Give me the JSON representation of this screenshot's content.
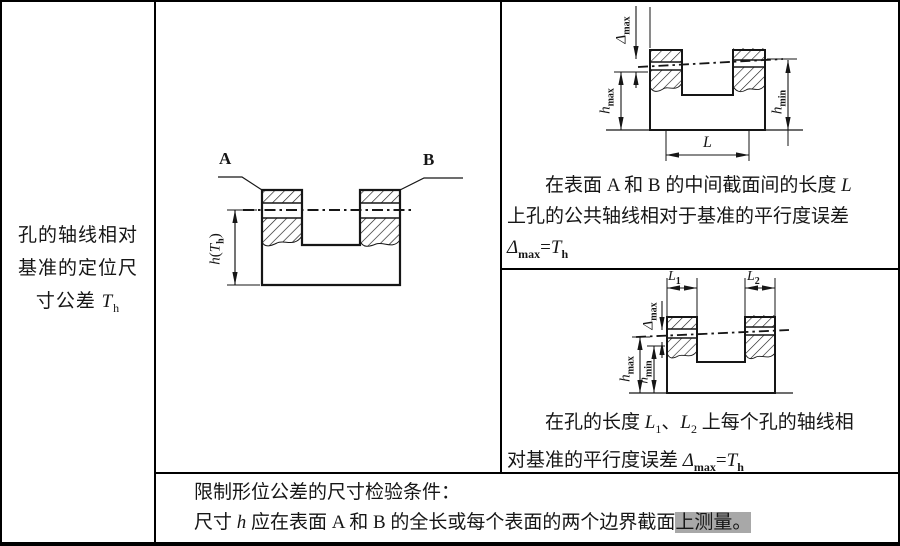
{
  "colors": {
    "ink": "#161616",
    "paper": "#ffffff",
    "scan_highlight": "#a8a8a8"
  },
  "left_panel": {
    "line1": "孔的轴线相对",
    "line2": "基准的定位尺",
    "line3_text": "寸公差 "
  },
  "sym": {
    "A": "A",
    "B": "B",
    "h": "h",
    "T": "T",
    "L": "L",
    "delta": "Δ",
    "eq": "=",
    "sub_h": "h",
    "sub_max": "max",
    "sub_min": "min",
    "sub_1": "1",
    "sub_2": "2",
    "paren_open": "(",
    "paren_close": ")",
    "comma": "、"
  },
  "caption_top": {
    "line1_text": "在表面 A 和 B 的中间截面间的长度 ",
    "line2_text": "上孔的公共轴线相对于基准的平行度误差"
  },
  "caption_bottom": {
    "line1_pre": "在孔的长度 ",
    "line1_post": " 上每个孔的轴线相",
    "line2_pre": "对基准的平行度误差 "
  },
  "footer": {
    "line1": "限制形位公差的尺寸检验条件：",
    "line2_pre": "尺寸 ",
    "line2_mid": " 应在表面 A 和 B 的全长或每个表面的两个边界截面",
    "line2_tail": "上测量。"
  }
}
